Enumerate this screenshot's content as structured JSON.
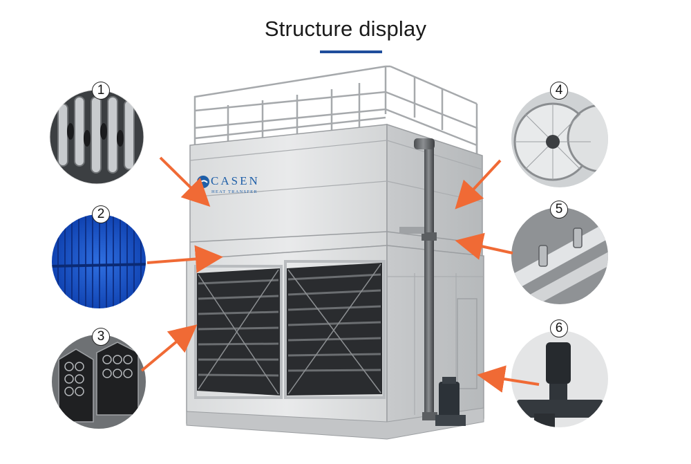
{
  "title": "Structure display",
  "brand": {
    "name": "CASEN",
    "tagline": "HEAT TRANSFER"
  },
  "callouts": [
    {
      "number": "1",
      "component": "coil tubes"
    },
    {
      "number": "2",
      "component": "PVC eliminator"
    },
    {
      "number": "3",
      "component": "honeycomb fill"
    },
    {
      "number": "4",
      "component": "axial fans"
    },
    {
      "number": "5",
      "component": "spray nozzles"
    },
    {
      "number": "6",
      "component": "circulating pump"
    }
  ],
  "colors": {
    "accent_underline": "#1f4e9c",
    "arrow": "#f06a35",
    "brand_blue": "#1f5fa8"
  }
}
